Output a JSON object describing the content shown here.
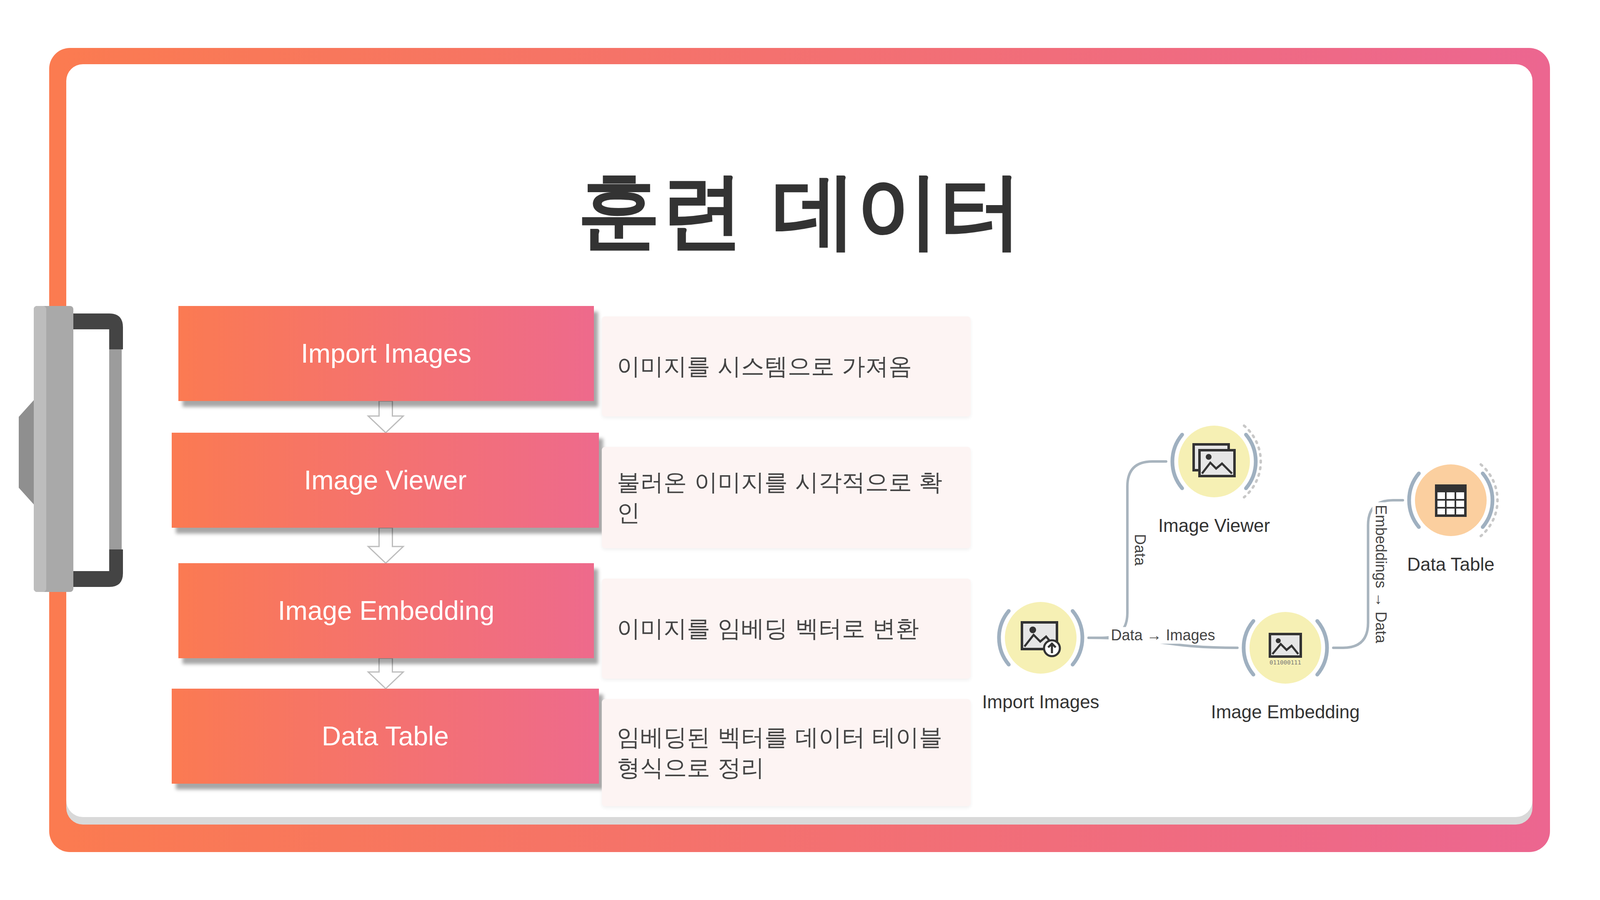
{
  "diagram": {
    "title": "훈련 데이터",
    "nodes": [
      {
        "text": [
          "Import Images"
        ]
      },
      {
        "text": [
          "이미지를 시스템으로 가져옴"
        ]
      },
      {
        "text": [
          "Image Viewer"
        ]
      },
      {
        "text": [
          "불러온 이미지를 시각적으로 확인"
        ]
      },
      {
        "text": [
          "Image Embedding"
        ]
      },
      {
        "text": [
          "이미지를 임베딩 벡터로 변환"
        ]
      },
      {
        "text": [
          "Data Table"
        ]
      },
      {
        "text": [
          "임베딩된 벡터를 데이터 테이블 형식으로 정리"
        ]
      },
      {
        "text": [
          "Import Images"
        ]
      },
      {
        "text": [
          "Image Viewer"
        ]
      },
      {
        "text": [
          "011000111",
          "Image Embedding"
        ]
      },
      {
        "text": [
          "Data Table"
        ]
      }
    ],
    "edges": [
      {
        "from": 0,
        "to": 2,
        "arrow": "to"
      },
      {
        "from": 2,
        "to": 4,
        "arrow": "to"
      },
      {
        "from": 4,
        "to": 6,
        "arrow": "to"
      },
      {
        "from": 8,
        "to": 9,
        "label": "Data",
        "arrow": "none"
      },
      {
        "from": 8,
        "to": 10,
        "label": "Data → Images",
        "arrow": "none"
      },
      {
        "from": 10,
        "to": 11,
        "label": "Embeddings → Data",
        "arrow": "none"
      }
    ]
  }
}
